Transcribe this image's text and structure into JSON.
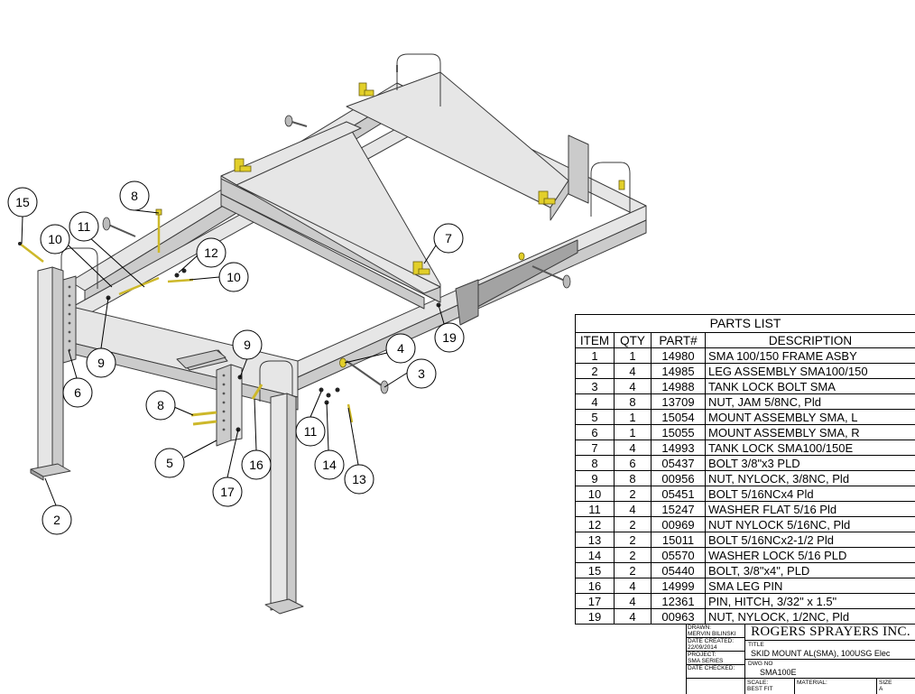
{
  "callouts": [
    {
      "id": "c15",
      "label": "15"
    },
    {
      "id": "c8a",
      "label": "8"
    },
    {
      "id": "c11a",
      "label": "11"
    },
    {
      "id": "c10a",
      "label": "10"
    },
    {
      "id": "c12",
      "label": "12"
    },
    {
      "id": "c10b",
      "label": "10"
    },
    {
      "id": "c7",
      "label": "7"
    },
    {
      "id": "c19",
      "label": "19"
    },
    {
      "id": "c9a",
      "label": "9"
    },
    {
      "id": "c6",
      "label": "6"
    },
    {
      "id": "c9b",
      "label": "9"
    },
    {
      "id": "c4",
      "label": "4"
    },
    {
      "id": "c3",
      "label": "3"
    },
    {
      "id": "c8b",
      "label": "8"
    },
    {
      "id": "c11b",
      "label": "11"
    },
    {
      "id": "c14",
      "label": "14"
    },
    {
      "id": "c13",
      "label": "13"
    },
    {
      "id": "c5",
      "label": "5"
    },
    {
      "id": "c16",
      "label": "16"
    },
    {
      "id": "c17",
      "label": "17"
    },
    {
      "id": "c2",
      "label": "2"
    }
  ],
  "parts_list": {
    "title": "PARTS LIST",
    "headers": [
      "ITEM",
      "QTY",
      "PART#",
      "DESCRIPTION"
    ],
    "rows": [
      [
        "1",
        "1",
        "14980",
        "SMA 100/150 FRAME ASBY"
      ],
      [
        "2",
        "4",
        "14985",
        "LEG ASSEMBLY SMA100/150"
      ],
      [
        "3",
        "4",
        "14988",
        "TANK LOCK BOLT SMA"
      ],
      [
        "4",
        "8",
        "13709",
        "NUT, JAM 5/8NC, Pld"
      ],
      [
        "5",
        "1",
        "15054",
        "MOUNT ASSEMBLY SMA, L"
      ],
      [
        "6",
        "1",
        "15055",
        "MOUNT ASSEMBLY SMA, R"
      ],
      [
        "7",
        "4",
        "14993",
        "TANK LOCK SMA100/150E"
      ],
      [
        "8",
        "6",
        "05437",
        "BOLT 3/8\"x3  PLD"
      ],
      [
        "9",
        "8",
        "00956",
        "NUT, NYLOCK, 3/8NC, Pld"
      ],
      [
        "10",
        "2",
        "05451",
        "BOLT 5/16NCx4 Pld"
      ],
      [
        "11",
        "4",
        "15247",
        "WASHER FLAT 5/16 Pld"
      ],
      [
        "12",
        "2",
        "00969",
        "NUT NYLOCK 5/16NC, Pld"
      ],
      [
        "13",
        "2",
        "15011",
        "BOLT 5/16NCx2-1/2 Pld"
      ],
      [
        "14",
        "2",
        "05570",
        "WASHER LOCK 5/16 PLD"
      ],
      [
        "15",
        "2",
        "05440",
        "BOLT, 3/8\"x4\", PLD"
      ],
      [
        "16",
        "4",
        "14999",
        "SMA LEG PIN"
      ],
      [
        "17",
        "4",
        "12361",
        "PIN, HITCH, 3/32\" x 1.5\""
      ],
      [
        "19",
        "4",
        "00963",
        "NUT, NYLOCK, 1/2NC, Pld"
      ]
    ]
  },
  "title_block": {
    "drawn_label": "DRAWN:",
    "drawn_by": "MERVIN BILINSKI",
    "date_created_label": "DATE CREATED:",
    "date_created": "22/09/2014",
    "project_label": "PROJECT:",
    "project": "SMA SERIES",
    "date_checked_label": "DATE CHECKED:",
    "company": "ROGERS SPRAYERS INC.",
    "title_label": "TITLE",
    "title": "SKID MOUNT AL(SMA), 100USG Elec",
    "dwg_label": "DWG NO",
    "dwg_no": "SMA100E",
    "scale_label": "SCALE:",
    "scale": "BEST FIT",
    "material_label": "MATERIAL:",
    "size_label": "SIZE",
    "size": "A"
  },
  "colors": {
    "steel_light": "#e6e6e6",
    "steel_mid": "#c8c8c8",
    "steel_dark": "#9a9a9a",
    "hardware_yellow": "#e2cf2a",
    "outline": "#3a3a3a"
  }
}
